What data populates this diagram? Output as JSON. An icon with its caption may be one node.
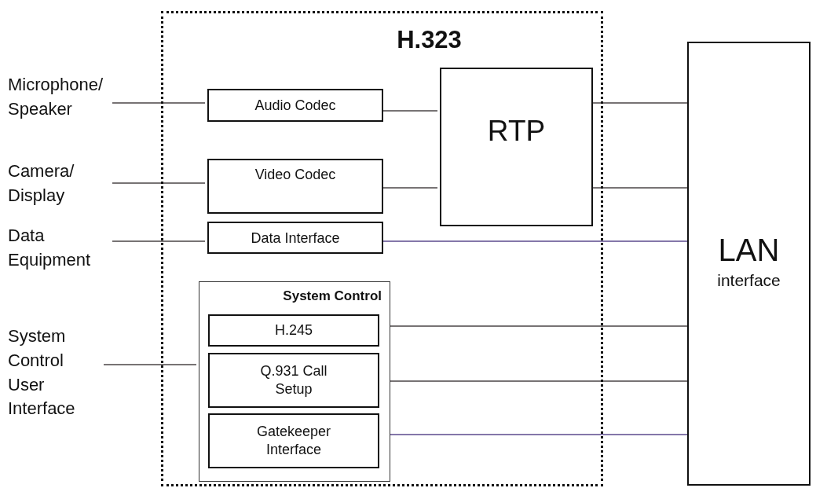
{
  "diagram": {
    "nodes": [
      {
        "text": [
          "H.323"
        ]
      },
      {
        "text": [
          "Microphone/ Speaker"
        ]
      },
      {
        "text": [
          "Camera/ Display"
        ]
      },
      {
        "text": [
          "Data Equipment"
        ]
      },
      {
        "text": [
          "System Control User Interface"
        ]
      },
      {
        "text": [
          "Audio Codec"
        ],
        "in": 0
      },
      {
        "text": [
          "Video Codec"
        ],
        "in": 0
      },
      {
        "text": [
          "Data Interface"
        ],
        "in": 0
      },
      {
        "text": [
          "RTP"
        ],
        "in": 0
      },
      {
        "text": [
          "System Control"
        ],
        "in": 0
      },
      {
        "text": [
          "H.245"
        ],
        "in": 9
      },
      {
        "text": [
          "Q.931 Call Setup"
        ],
        "in": 9
      },
      {
        "text": [
          "Gatekeeper Interface"
        ],
        "in": 9
      },
      {
        "text": [
          "LAN",
          "interface"
        ]
      }
    ],
    "edges": [
      {
        "from": 1,
        "to": 5,
        "arrow": "none"
      },
      {
        "from": 2,
        "to": 6,
        "arrow": "none"
      },
      {
        "from": 3,
        "to": 7,
        "arrow": "none"
      },
      {
        "from": 4,
        "to": 9,
        "arrow": "none"
      },
      {
        "from": 5,
        "to": 8,
        "arrow": "none"
      },
      {
        "from": 6,
        "to": 8,
        "arrow": "none"
      },
      {
        "from": 8,
        "to": 13,
        "arrow": "none"
      },
      {
        "from": 8,
        "to": 13,
        "arrow": "none"
      },
      {
        "from": 7,
        "to": 13,
        "arrow": "none",
        "color": "#5b4a8c"
      },
      {
        "from": 10,
        "to": 13,
        "arrow": "none"
      },
      {
        "from": 11,
        "to": 13,
        "arrow": "none"
      },
      {
        "from": 12,
        "to": 13,
        "arrow": "none",
        "color": "#5b4a8c"
      }
    ]
  }
}
